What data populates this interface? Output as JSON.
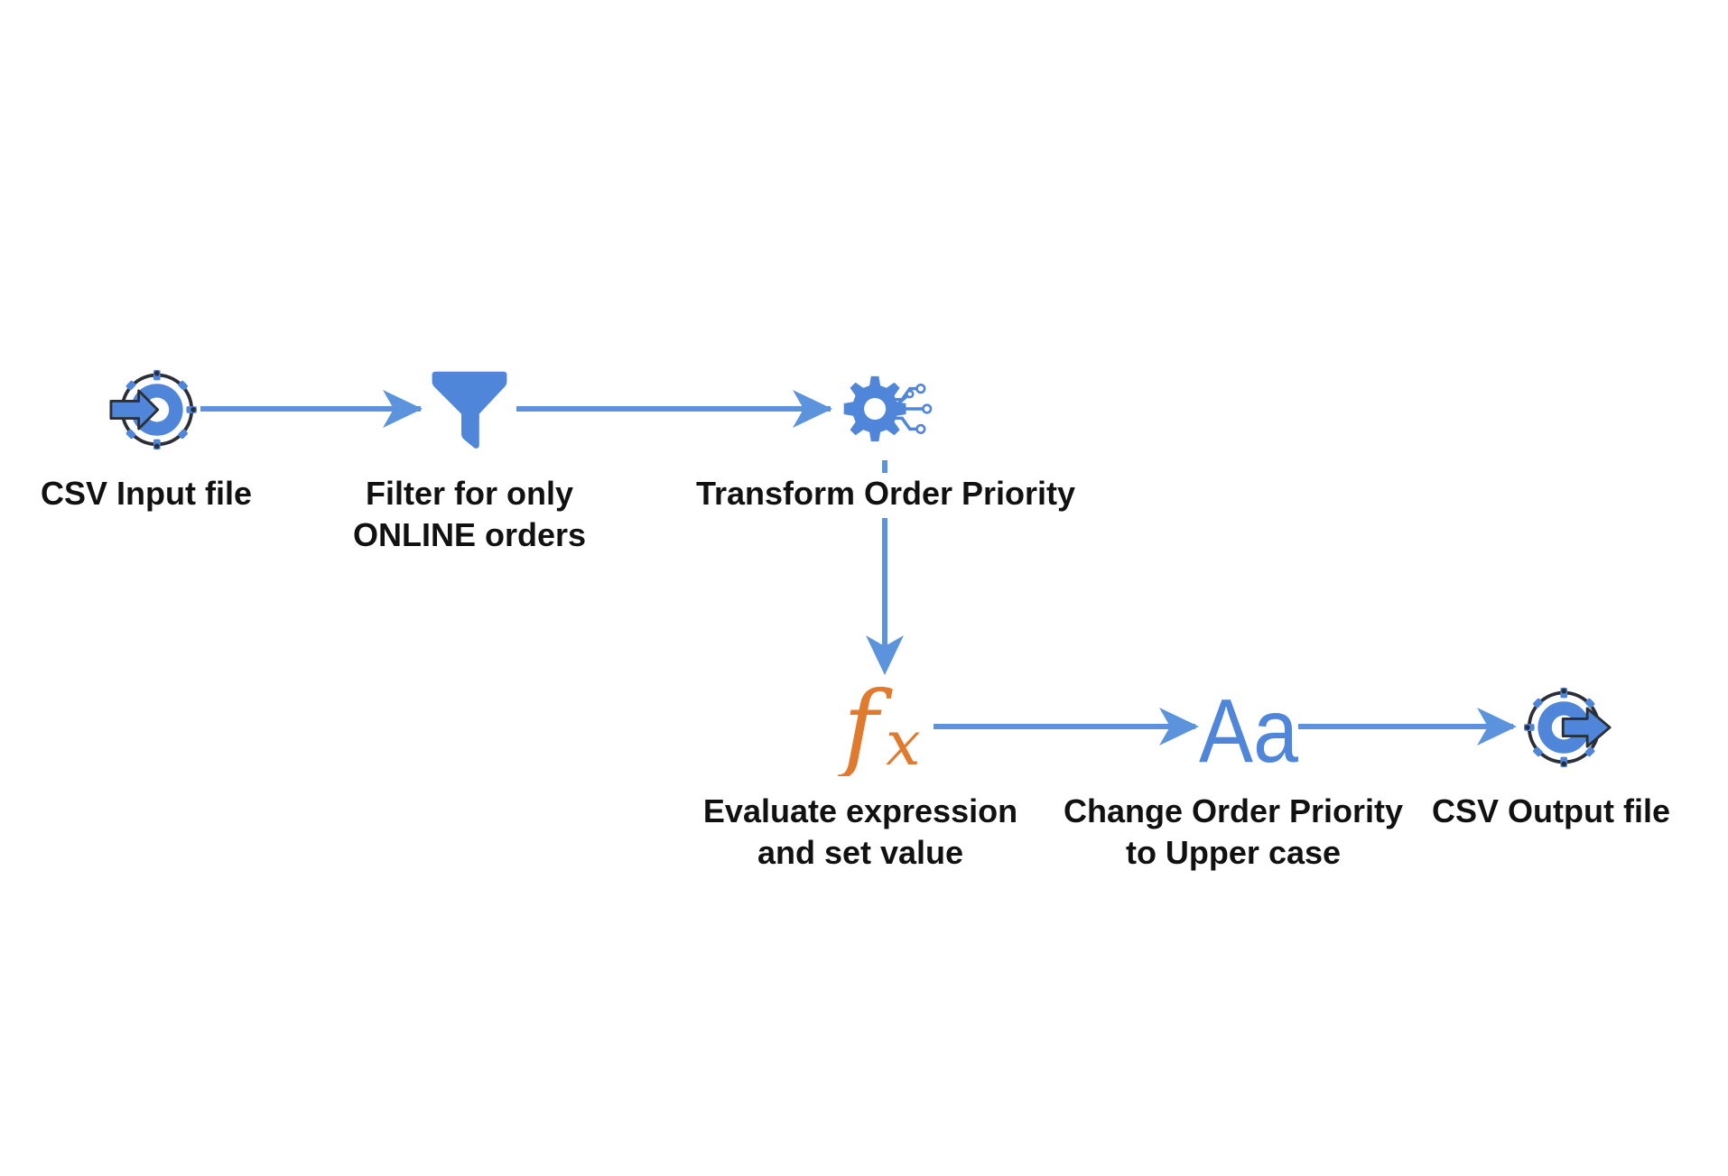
{
  "colors": {
    "edge": "#5b93dc",
    "icon_blue": "#4f86d9",
    "icon_dark": "#2b2f38",
    "fx_orange": "#e07a2e"
  },
  "nodes": [
    {
      "id": "csv-input",
      "icon": "input-gear-icon",
      "label": "CSV Input file"
    },
    {
      "id": "filter",
      "icon": "filter-funnel-icon",
      "label": "Filter for only ONLINE orders"
    },
    {
      "id": "transform",
      "icon": "gear-circuit-icon",
      "label": "Transform Order Priority"
    },
    {
      "id": "evaluate",
      "icon": "fx-function-icon",
      "label": "Evaluate expression and set value"
    },
    {
      "id": "uppercase",
      "icon": "text-case-icon",
      "label": "Change Order Priority to Upper case",
      "icon_text": "Aa"
    },
    {
      "id": "csv-output",
      "icon": "output-gear-icon",
      "label": "CSV Output file"
    }
  ],
  "edges": [
    {
      "from": "csv-input",
      "to": "filter"
    },
    {
      "from": "filter",
      "to": "transform"
    },
    {
      "from": "transform",
      "to": "evaluate"
    },
    {
      "from": "evaluate",
      "to": "uppercase"
    },
    {
      "from": "uppercase",
      "to": "csv-output"
    }
  ]
}
